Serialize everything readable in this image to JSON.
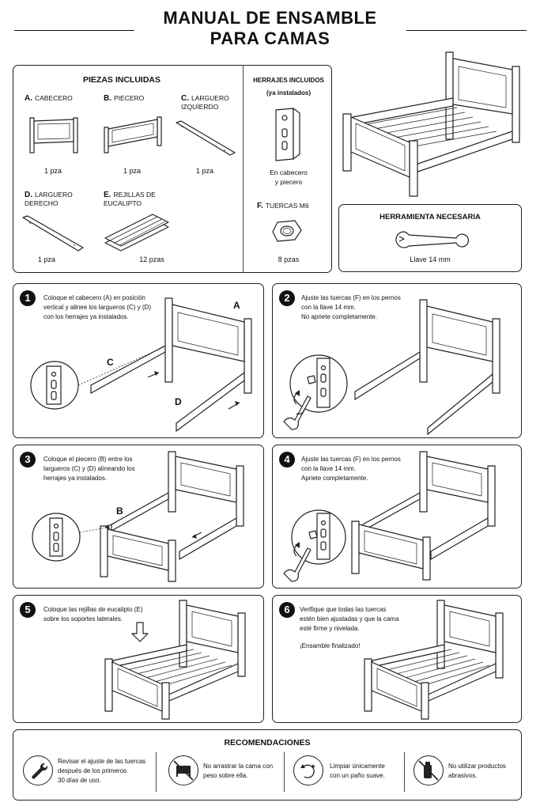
{
  "title": {
    "line1": "MANUAL DE ENSAMBLE",
    "line2": "PARA CAMAS"
  },
  "parts": {
    "heading": "PIEZAS INCLUIDAS",
    "items": [
      {
        "letter": "A.",
        "name": "CABECERO",
        "qty": "1 pza"
      },
      {
        "letter": "B.",
        "name": "PIECERO",
        "qty": "1 pza"
      },
      {
        "letter": "C.",
        "name": "LARGUERO IZQUIERDO",
        "qty": "1 pza"
      },
      {
        "letter": "D.",
        "name": "LARGUERO DERECHO",
        "qty": "1 pza"
      },
      {
        "letter": "E.",
        "name": "REJILLAS DE EUCALIPTO",
        "qty": "12 pzas"
      }
    ]
  },
  "hardware": {
    "heading": "HERRAJES INCLUIDOS",
    "sub": "(ya instalados)",
    "note_line1": "En cabecero",
    "note_line2": "y piecero",
    "nuts_letter": "F.",
    "nuts_name": "TUERCAS M6",
    "nuts_qty": "8 pzas"
  },
  "tool": {
    "heading": "HERRAMIENTA NECESARIA",
    "name": "Llave 14 mm"
  },
  "steps": [
    {
      "num": "1",
      "lines": [
        "Coloque el cabecero (A) en posición",
        "vertical y alinee los largueros (C) y (D)",
        "con los herrajes ya instalados."
      ],
      "tags": [
        "A",
        "C",
        "D"
      ]
    },
    {
      "num": "2",
      "lines": [
        "Ajuste las tuercas (F) en los pernos",
        "con la llave 14 mm.",
        "No apriete completamente."
      ]
    },
    {
      "num": "3",
      "lines": [
        "Coloque el piecero (B) entre los",
        "largueros (C) y (D) alineando los",
        "herrajes ya instalados."
      ],
      "tags": [
        "B"
      ]
    },
    {
      "num": "4",
      "lines": [
        "Ajuste las tuercas (F) en los pernos",
        "con la llave 14 mm.",
        "Apriete completamente."
      ]
    },
    {
      "num": "5",
      "lines": [
        "Coloque las rejillas de eucalipto (E)",
        "sobre los soportes laterales."
      ]
    },
    {
      "num": "6",
      "lines": [
        "Verifique que todas las tuercas",
        "estén bien ajustadas y que la cama",
        "esté firme y nivelada."
      ],
      "final": "¡Ensamble finalizado!"
    }
  ],
  "recommendations": {
    "heading": "RECOMENDACIONES",
    "items": [
      {
        "icon": "wrench-icon",
        "lines": [
          "Revisar el ajuste de las tuercas",
          "después de los primeros",
          "30 días de uso."
        ]
      },
      {
        "icon": "no-drag-icon",
        "lines": [
          "No arrastrar la cama con",
          "peso sobre ella."
        ]
      },
      {
        "icon": "soft-cloth-icon",
        "lines": [
          "Limpiar únicamente",
          "con un paño suave."
        ]
      },
      {
        "icon": "no-abrasives-icon",
        "lines": [
          "No utilizar productos",
          "abrasivos."
        ]
      }
    ]
  }
}
